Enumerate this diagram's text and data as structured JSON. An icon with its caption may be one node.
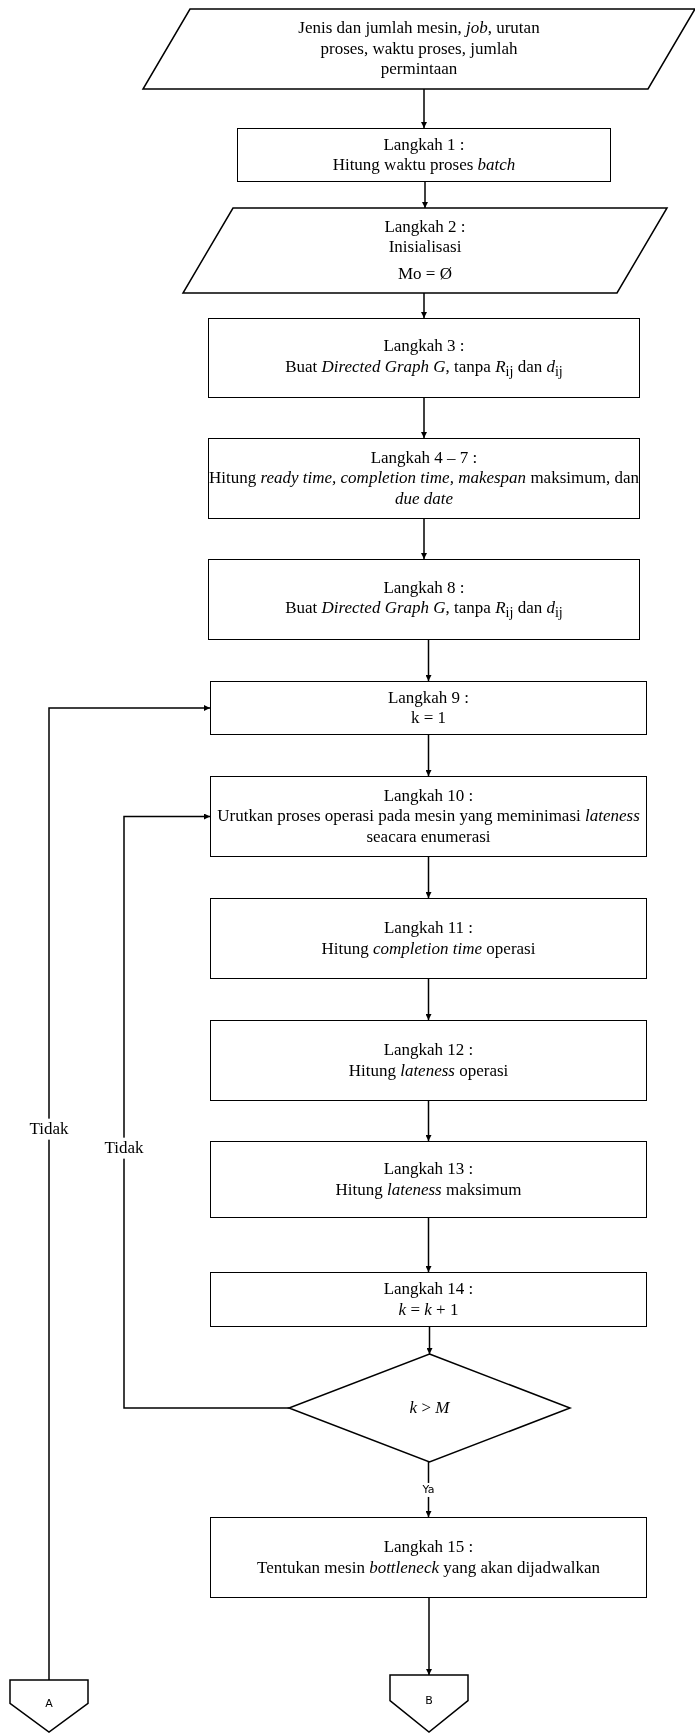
{
  "diagram": {
    "nodes": [
      {
        "text": [
          "Jenis dan jumlah mesin, *job*, urutan proses, waktu proses, jumlah permintaan"
        ]
      },
      {
        "text": [
          "Langkah 1 :",
          "Hitung waktu proses *batch*"
        ]
      },
      {
        "text": [
          "Langkah 2 :",
          "Inisialisasi",
          "Mo = Ø"
        ]
      },
      {
        "text": [
          "Langkah 3 :",
          "Buat *Directed Graph G*, tanpa *R*$_{ij}$ dan *d*$_{ij}$"
        ]
      },
      {
        "text": [
          "Langkah 4 – 7 :",
          "Hitung *ready time, completion time, makespan* maksimum, dan *due date*"
        ]
      },
      {
        "text": [
          "Langkah 8 :",
          "Buat *Directed Graph G*, tanpa *R*$_{ij}$ dan *d*$_{ij}$"
        ]
      },
      {
        "text": [
          "Langkah 9 :",
          "k = 1"
        ]
      },
      {
        "text": [
          "Langkah 10 :",
          "Urutkan proses operasi pada mesin yang meminimasi *lateness* seacara enumerasi"
        ]
      },
      {
        "text": [
          "Langkah 11 :",
          "Hitung *completion time* operasi"
        ]
      },
      {
        "text": [
          "Langkah 12 :",
          "Hitung *lateness* operasi"
        ]
      },
      {
        "text": [
          "Langkah 13 :",
          "Hitung *lateness* maksimum"
        ]
      },
      {
        "text": [
          "Langkah 14 :",
          "*k* = *k* + 1"
        ]
      },
      {
        "text": [
          "*k* > *M*"
        ]
      },
      {
        "text": [
          "Langkah 15 :",
          "Tentukan mesin *bottleneck* yang akan dijadwalkan"
        ]
      },
      {
        "text": [
          "A"
        ]
      },
      {
        "text": [
          "B"
        ]
      }
    ],
    "edges": [
      {
        "from": 0,
        "to": 1,
        "arrow": "to"
      },
      {
        "from": 1,
        "to": 2,
        "arrow": "to"
      },
      {
        "from": 2,
        "to": 3,
        "arrow": "to"
      },
      {
        "from": 3,
        "to": 4,
        "arrow": "to"
      },
      {
        "from": 4,
        "to": 5,
        "arrow": "to"
      },
      {
        "from": 5,
        "to": 6,
        "arrow": "to"
      },
      {
        "from": 6,
        "to": 7,
        "arrow": "to"
      },
      {
        "from": 7,
        "to": 8,
        "arrow": "to"
      },
      {
        "from": 8,
        "to": 9,
        "arrow": "to"
      },
      {
        "from": 9,
        "to": 10,
        "arrow": "to"
      },
      {
        "from": 10,
        "to": 11,
        "arrow": "to"
      },
      {
        "from": 11,
        "to": 12,
        "arrow": "to"
      },
      {
        "from": 12,
        "to": 7,
        "label": "Tidak",
        "arrow": "to"
      },
      {
        "from": 12,
        "to": 13,
        "label": "Ya",
        "arrow": "to"
      },
      {
        "from": 13,
        "to": 15,
        "arrow": "to"
      },
      {
        "from": 14,
        "to": 6,
        "label": "Tidak",
        "arrow": "to"
      }
    ]
  }
}
